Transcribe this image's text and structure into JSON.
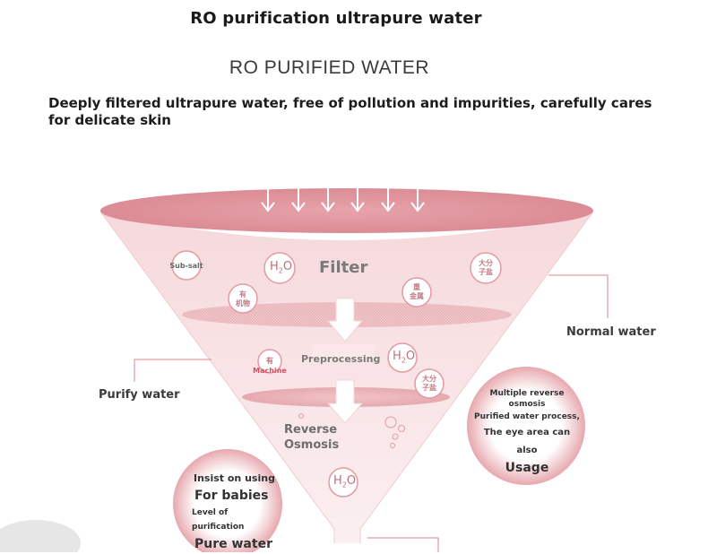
{
  "header": {
    "title": "RO purification ultrapure water",
    "subtitle": "RO PURIFIED WATER",
    "description": "Deeply filtered ultrapure water, free of pollution and impurities, carefully cares for delicate skin"
  },
  "funnel": {
    "stage_filter": "Filter",
    "stage_preprocessing": "Preprocessing",
    "stage_reverse_line1": "Reverse",
    "stage_reverse_line2": "Osmosis"
  },
  "molecules": {
    "sub_salt": "Sub-salt",
    "h2o": "H",
    "h2o_sub": "2",
    "h2o_o": "O",
    "organic_line1": "有",
    "organic_line2": "机物",
    "heavy_metal_line1": "重",
    "heavy_metal_line2": "金属",
    "big_molecule_line1": "大分",
    "big_molecule_line2": "子盐",
    "machine": "Machine",
    "machine_top": "有"
  },
  "side_labels": {
    "normal_water": "Normal water",
    "purify_water": "Purify water"
  },
  "right_circle": {
    "line1": "Multiple reverse",
    "line2": "osmosis",
    "line3": "Purified water process,",
    "line4": "The eye area can also",
    "line5": "Usage"
  },
  "left_circle": {
    "line1": "Insist on using",
    "line2": "For babies",
    "line3": "Level of purification",
    "line4": "Pure water"
  },
  "colors": {
    "funnel_top": "#e09aa3",
    "funnel_body": "#f8e2e4",
    "disk": "#e5a8ae",
    "accent": "#d9868f",
    "arrow": "#ffffff"
  }
}
